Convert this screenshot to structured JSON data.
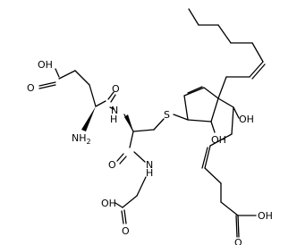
{
  "structure": {
    "labels": {
      "glu_acid_oh": "OH",
      "glu_acid_o": "O",
      "glu_amide_o": "O",
      "glu_nh2": "NH",
      "glu_nh2_sub": "2",
      "cys_nh": "N",
      "cys_nh_h": "H",
      "cys_amide_o": "O",
      "gly_nh": "N",
      "gly_nh_h": "H",
      "gly_acid_oh": "OH",
      "gly_acid_o": "O",
      "thioether_s": "S",
      "ring_oh": "OH",
      "side_oh": "OH",
      "terminal_acid_oh": "OH",
      "terminal_acid_o": "O"
    },
    "colors": {
      "ink": "#000000",
      "background": "#ffffff"
    }
  }
}
